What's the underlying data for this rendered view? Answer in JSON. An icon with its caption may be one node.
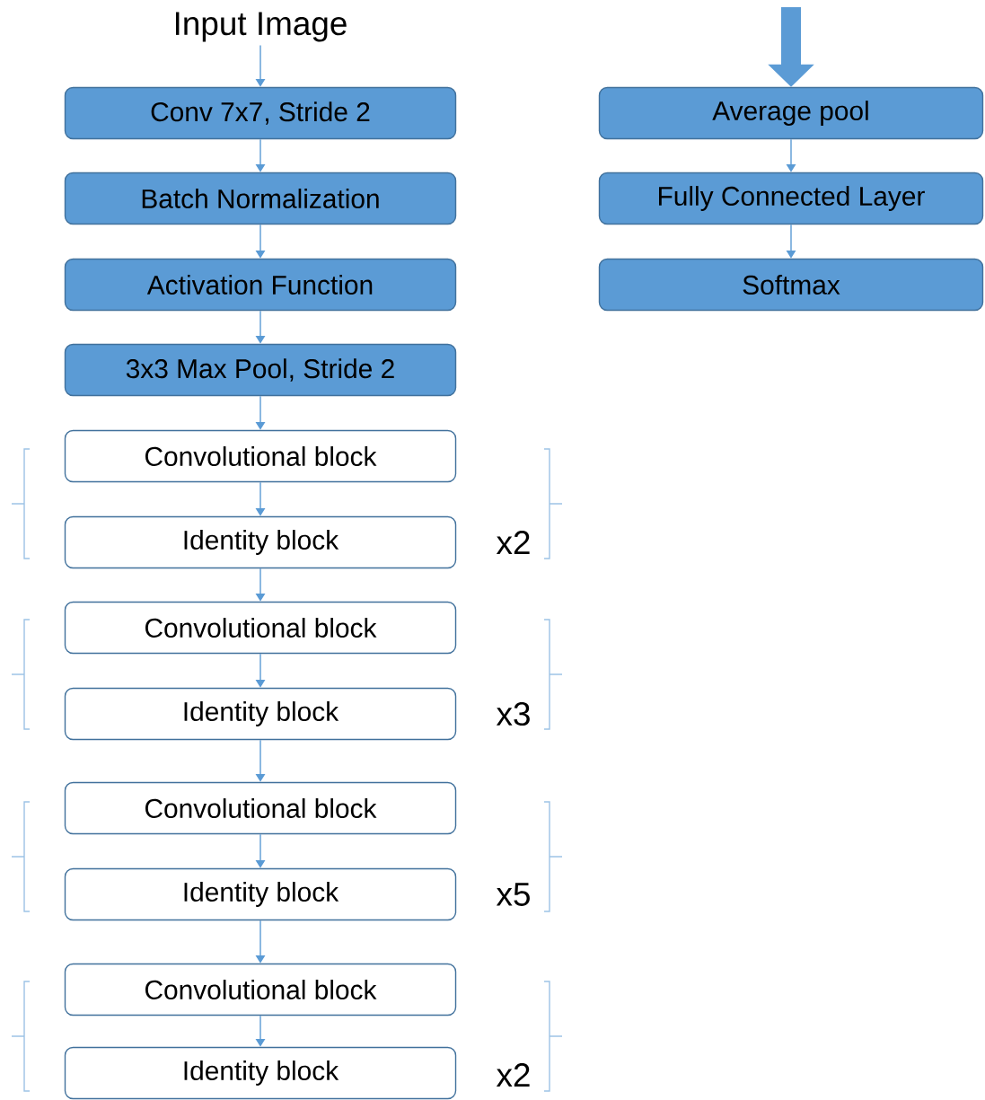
{
  "diagram": {
    "nodes": [
      {
        "text": [
          "Input Image"
        ]
      },
      {
        "text": [
          "Conv 7x7, Stride 2"
        ]
      },
      {
        "text": [
          "Batch Normalization"
        ]
      },
      {
        "text": [
          "Activation Function"
        ]
      },
      {
        "text": [
          "3x3 Max Pool, Stride 2"
        ]
      },
      {
        "text": [
          "Convolutional block"
        ]
      },
      {
        "text": [
          "Identity block"
        ]
      },
      {
        "text": [
          "Convolutional block"
        ]
      },
      {
        "text": [
          "Identity block"
        ]
      },
      {
        "text": [
          "Convolutional block"
        ]
      },
      {
        "text": [
          "Identity block"
        ]
      },
      {
        "text": [
          "Convolutional block"
        ]
      },
      {
        "text": [
          "Identity block"
        ]
      },
      {
        "text": [
          "Average pool"
        ]
      },
      {
        "text": [
          "Fully Connected Layer"
        ]
      },
      {
        "text": [
          "Softmax"
        ]
      }
    ],
    "edges": [
      {
        "from": 0,
        "to": 1,
        "arrow": "to"
      },
      {
        "from": 1,
        "to": 2,
        "arrow": "to"
      },
      {
        "from": 2,
        "to": 3,
        "arrow": "to"
      },
      {
        "from": 3,
        "to": 4,
        "arrow": "to"
      },
      {
        "from": 4,
        "to": 5,
        "arrow": "to"
      },
      {
        "from": 5,
        "to": 6,
        "arrow": "to"
      },
      {
        "from": 6,
        "to": 7,
        "arrow": "to"
      },
      {
        "from": 7,
        "to": 8,
        "arrow": "to"
      },
      {
        "from": 8,
        "to": 9,
        "arrow": "to"
      },
      {
        "from": 9,
        "to": 10,
        "arrow": "to"
      },
      {
        "from": 10,
        "to": 11,
        "arrow": "to"
      },
      {
        "from": 11,
        "to": 12,
        "arrow": "to"
      },
      {
        "from": null,
        "to": 13,
        "arrow": "to",
        "style": "thick"
      },
      {
        "from": 13,
        "to": 14,
        "arrow": "to"
      },
      {
        "from": 14,
        "to": 15,
        "arrow": "to"
      }
    ],
    "labels": [
      "x2",
      "x3",
      "x5",
      "x2"
    ]
  }
}
